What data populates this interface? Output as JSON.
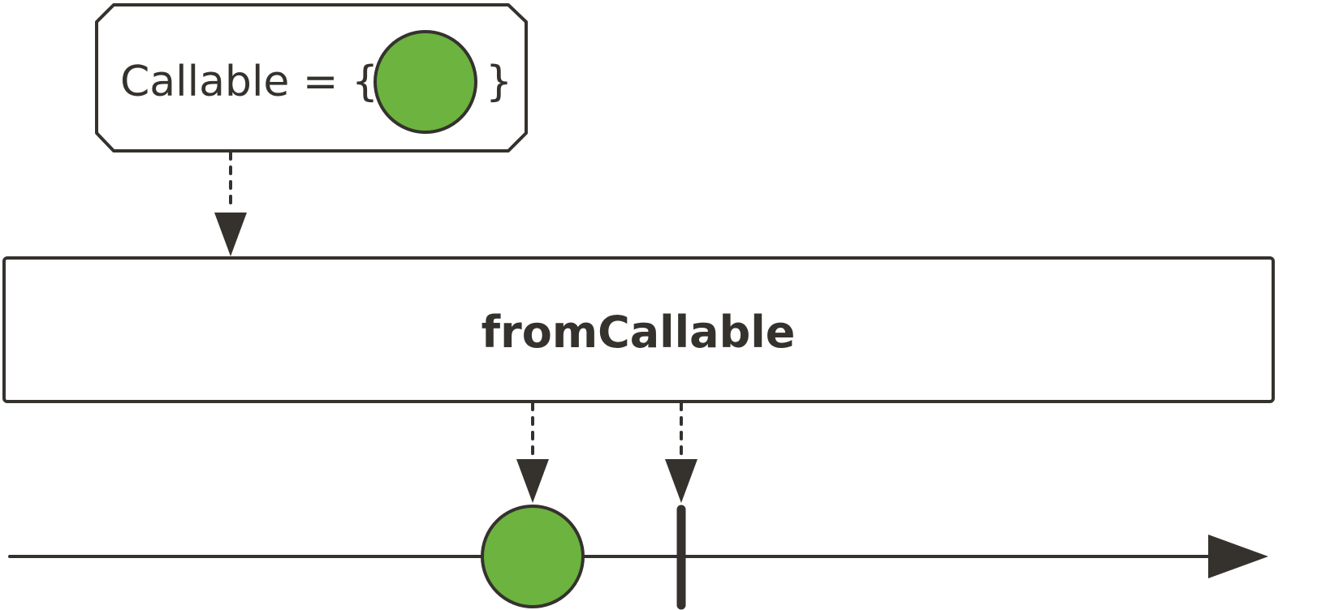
{
  "callable_box": {
    "prefix": "Callable = {",
    "suffix": "}"
  },
  "operator_box": {
    "label": "fromCallable"
  },
  "colors": {
    "stroke": "#35322e",
    "item_fill": "#6cb33f",
    "background": "#ffffff"
  },
  "icons": {
    "item": "green-circle",
    "completion": "vertical-bar",
    "time_arrow": "arrow-right"
  }
}
